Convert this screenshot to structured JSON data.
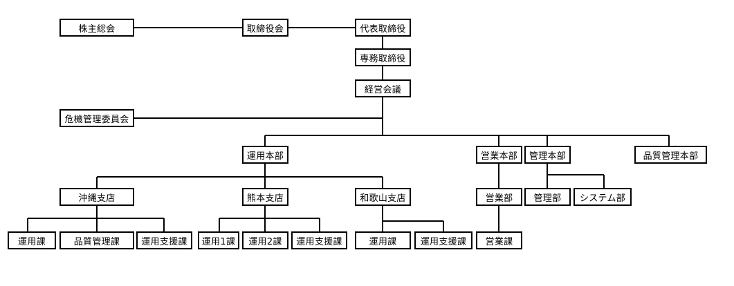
{
  "org_chart": {
    "nodes": [
      {
        "id": "kabunushi",
        "label": "株主総会"
      },
      {
        "id": "torishimari",
        "label": "取締役会"
      },
      {
        "id": "daihyo",
        "label": "代表取締役"
      },
      {
        "id": "senmu",
        "label": "専務取締役"
      },
      {
        "id": "keiei",
        "label": "経営会議"
      },
      {
        "id": "kiki",
        "label": "危機管理委員会"
      },
      {
        "id": "unyo_hb",
        "label": "運用本部"
      },
      {
        "id": "eigyo_hb",
        "label": "営業本部"
      },
      {
        "id": "kanri_hb",
        "label": "管理本部"
      },
      {
        "id": "hinshitsu_hb",
        "label": "品質管理本部"
      },
      {
        "id": "okinawa",
        "label": "沖縄支店"
      },
      {
        "id": "kumamoto",
        "label": "熊本支店"
      },
      {
        "id": "wakayama",
        "label": "和歌山支店"
      },
      {
        "id": "eigyo_bu",
        "label": "営業部"
      },
      {
        "id": "kanri_bu",
        "label": "管理部"
      },
      {
        "id": "system_bu",
        "label": "システム部"
      },
      {
        "id": "ok_unyo",
        "label": "運用課"
      },
      {
        "id": "ok_hinshitsu",
        "label": "品質管理課"
      },
      {
        "id": "ok_shien",
        "label": "運用支援課"
      },
      {
        "id": "ku_unyo1",
        "label": "運用1課"
      },
      {
        "id": "ku_unyo2",
        "label": "運用2課"
      },
      {
        "id": "ku_shien",
        "label": "運用支援課"
      },
      {
        "id": "wa_unyo",
        "label": "運用課"
      },
      {
        "id": "wa_shien",
        "label": "運用支援課"
      },
      {
        "id": "eigyo_ka",
        "label": "営業課"
      }
    ],
    "edges": [
      [
        "kabunushi",
        "torishimari"
      ],
      [
        "torishimari",
        "daihyo"
      ],
      [
        "daihyo",
        "senmu"
      ],
      [
        "senmu",
        "keiei"
      ],
      [
        "kiki",
        "keiei"
      ],
      [
        "keiei",
        "unyo_hb"
      ],
      [
        "keiei",
        "eigyo_hb"
      ],
      [
        "keiei",
        "kanri_hb"
      ],
      [
        "keiei",
        "hinshitsu_hb"
      ],
      [
        "unyo_hb",
        "okinawa"
      ],
      [
        "unyo_hb",
        "kumamoto"
      ],
      [
        "unyo_hb",
        "wakayama"
      ],
      [
        "eigyo_hb",
        "eigyo_bu"
      ],
      [
        "eigyo_bu",
        "eigyo_ka"
      ],
      [
        "kanri_hb",
        "kanri_bu"
      ],
      [
        "kanri_hb",
        "system_bu"
      ],
      [
        "okinawa",
        "ok_unyo"
      ],
      [
        "okinawa",
        "ok_hinshitsu"
      ],
      [
        "okinawa",
        "ok_shien"
      ],
      [
        "kumamoto",
        "ku_unyo1"
      ],
      [
        "kumamoto",
        "ku_unyo2"
      ],
      [
        "kumamoto",
        "ku_shien"
      ],
      [
        "wakayama",
        "wa_unyo"
      ],
      [
        "wakayama",
        "wa_shien"
      ]
    ]
  }
}
